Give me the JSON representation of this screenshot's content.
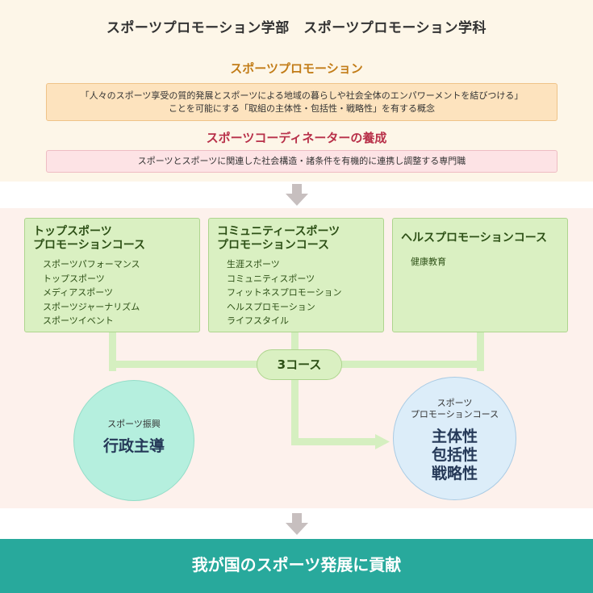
{
  "header": {
    "title": "スポーツプロモーション学部　スポーツプロモーション学科"
  },
  "concept_promotion": {
    "title": "スポーツプロモーション",
    "line1": "「人々のスポーツ享受の質的発展とスポーツによる地域の暮らしや社会全体のエンパワーメントを結びつける」",
    "line2": "ことを可能にする「取組の主体性・包括性・戦略性」を有する概念"
  },
  "concept_coordinator": {
    "title": "スポーツコーディネーターの養成",
    "text": "スポーツとスポーツに関連した社会構造・諸条件を有機的に連携し調整する専門職"
  },
  "courses": [
    {
      "title_line1": "トップスポーツ",
      "title_line2": "プロモーションコース",
      "items": [
        "スポーツパフォーマンス",
        "トップスポーツ",
        "メディアスポーツ",
        "スポーツジャーナリズム",
        "スポーツイベント"
      ]
    },
    {
      "title_line1": "コミュニティースポーツ",
      "title_line2": "プロモーションコース",
      "items": [
        "生涯スポーツ",
        "コミュニティスポーツ",
        "フィットネスプロモーション",
        "ヘルスプロモーション",
        "ライフスタイル"
      ]
    },
    {
      "title_line1": "ヘルスプロモーションコース",
      "title_line2": "",
      "items": [
        "健康教育"
      ]
    }
  ],
  "three_courses_label": "3コース",
  "left_circle": {
    "sub": "スポーツ振興",
    "main": "行政主導"
  },
  "right_circle": {
    "sub_line1": "スポーツ",
    "sub_line2": "プロモーションコース",
    "main": [
      "主体性",
      "包括性",
      "戦略性"
    ]
  },
  "footer": {
    "text": "我が国のスポーツ発展に貢献"
  },
  "colors": {
    "promotion_title": "#c27c17",
    "coordinator_title": "#b83049",
    "course_fill": "#daf0c2",
    "connector": "#d5efc0",
    "footer_band": "#28a99c",
    "arrow_gray": "#c7bfbf"
  }
}
